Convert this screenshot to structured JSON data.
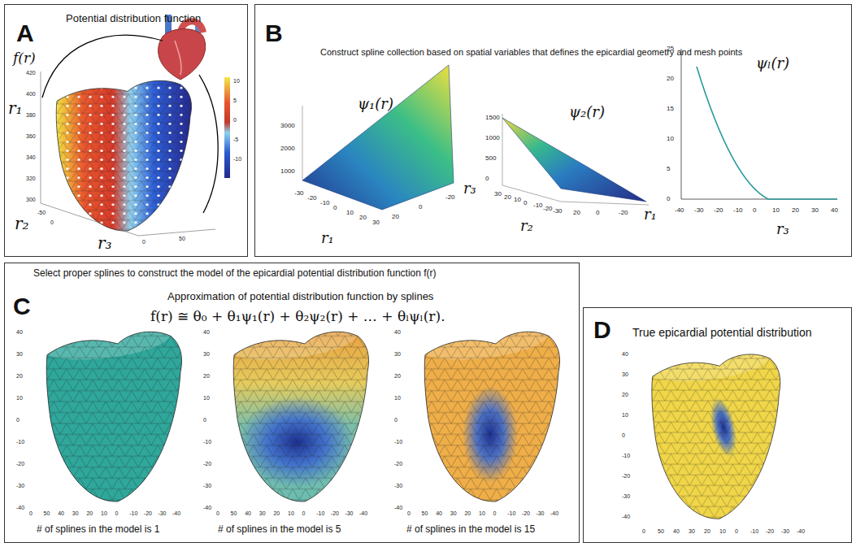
{
  "diagram": {
    "nodes": [
      {
        "text": [
          "A",
          "Potential distribution function"
        ]
      },
      {
        "text": [
          "B",
          "Construct spline collection based on spatial variables that defines the epicardial geometry and mesh points"
        ]
      },
      {
        "text": [
          "Select proper splines to construct the model of the epicardial potential distribution function f(r)",
          "C",
          "Approximation of potential distribution function by splines"
        ]
      },
      {
        "text": [
          "D",
          "True epicardial potential distribution"
        ]
      }
    ],
    "labels": [
      "f(r)",
      "r₁",
      "r₂",
      "r₃",
      "420",
      "400",
      "380",
      "360",
      "340",
      "320",
      "300",
      "-50",
      "0",
      "0",
      "50",
      "10",
      "5",
      "0",
      "-5",
      "-10",
      "ψ₁(r)",
      "r₁",
      "r₃",
      "3000",
      "2000",
      "1000",
      "-30",
      "-20",
      "-10",
      "0",
      "10",
      "20",
      "30",
      "20",
      "0",
      "-20",
      "ψ₂(r)",
      "r₂",
      "r₁",
      "1500",
      "1000",
      "500",
      "0",
      "30",
      "20",
      "10",
      "0",
      "-10",
      "-20",
      "-30",
      "20",
      "0",
      "-20",
      "ψₗ(r)",
      "r₃",
      "25",
      "20",
      "15",
      "10",
      "5",
      "0",
      "-40",
      "-30",
      "-20",
      "-10",
      "0",
      "10",
      "20",
      "30",
      "40",
      "f(r) ≅ θ₀ + θ₁ψ₁(r) + θ₂ψ₂(r) + … + θₗψₗ(r).",
      "# of splines in the model is 1",
      "# of splines in the model is 5",
      "# of splines in the model is 15",
      "40",
      "30",
      "20",
      "10",
      "0",
      "-10",
      "-20",
      "-30",
      "-40",
      "0",
      "50",
      "40",
      "30",
      "20",
      "10",
      "0",
      "-10",
      "-20",
      "-30",
      "-40",
      "40",
      "30",
      "20",
      "10",
      "0",
      "-10",
      "-20",
      "-30",
      "-40",
      "0",
      "50",
      "40",
      "30",
      "20",
      "10",
      "0",
      "-10",
      "-20",
      "-30",
      "-40",
      "40",
      "30",
      "20",
      "10",
      "0",
      "-10",
      "-20",
      "-30",
      "-40",
      "0",
      "50",
      "40",
      "30",
      "20",
      "10",
      "0",
      "-10",
      "-20",
      "-30",
      "-40",
      "40",
      "30",
      "20",
      "10",
      "0",
      "-10",
      "-20",
      "-30",
      "-40",
      "0",
      "50",
      "40",
      "30",
      "20",
      "10",
      "0",
      "-10",
      "-20",
      "-30",
      "-40"
    ]
  }
}
